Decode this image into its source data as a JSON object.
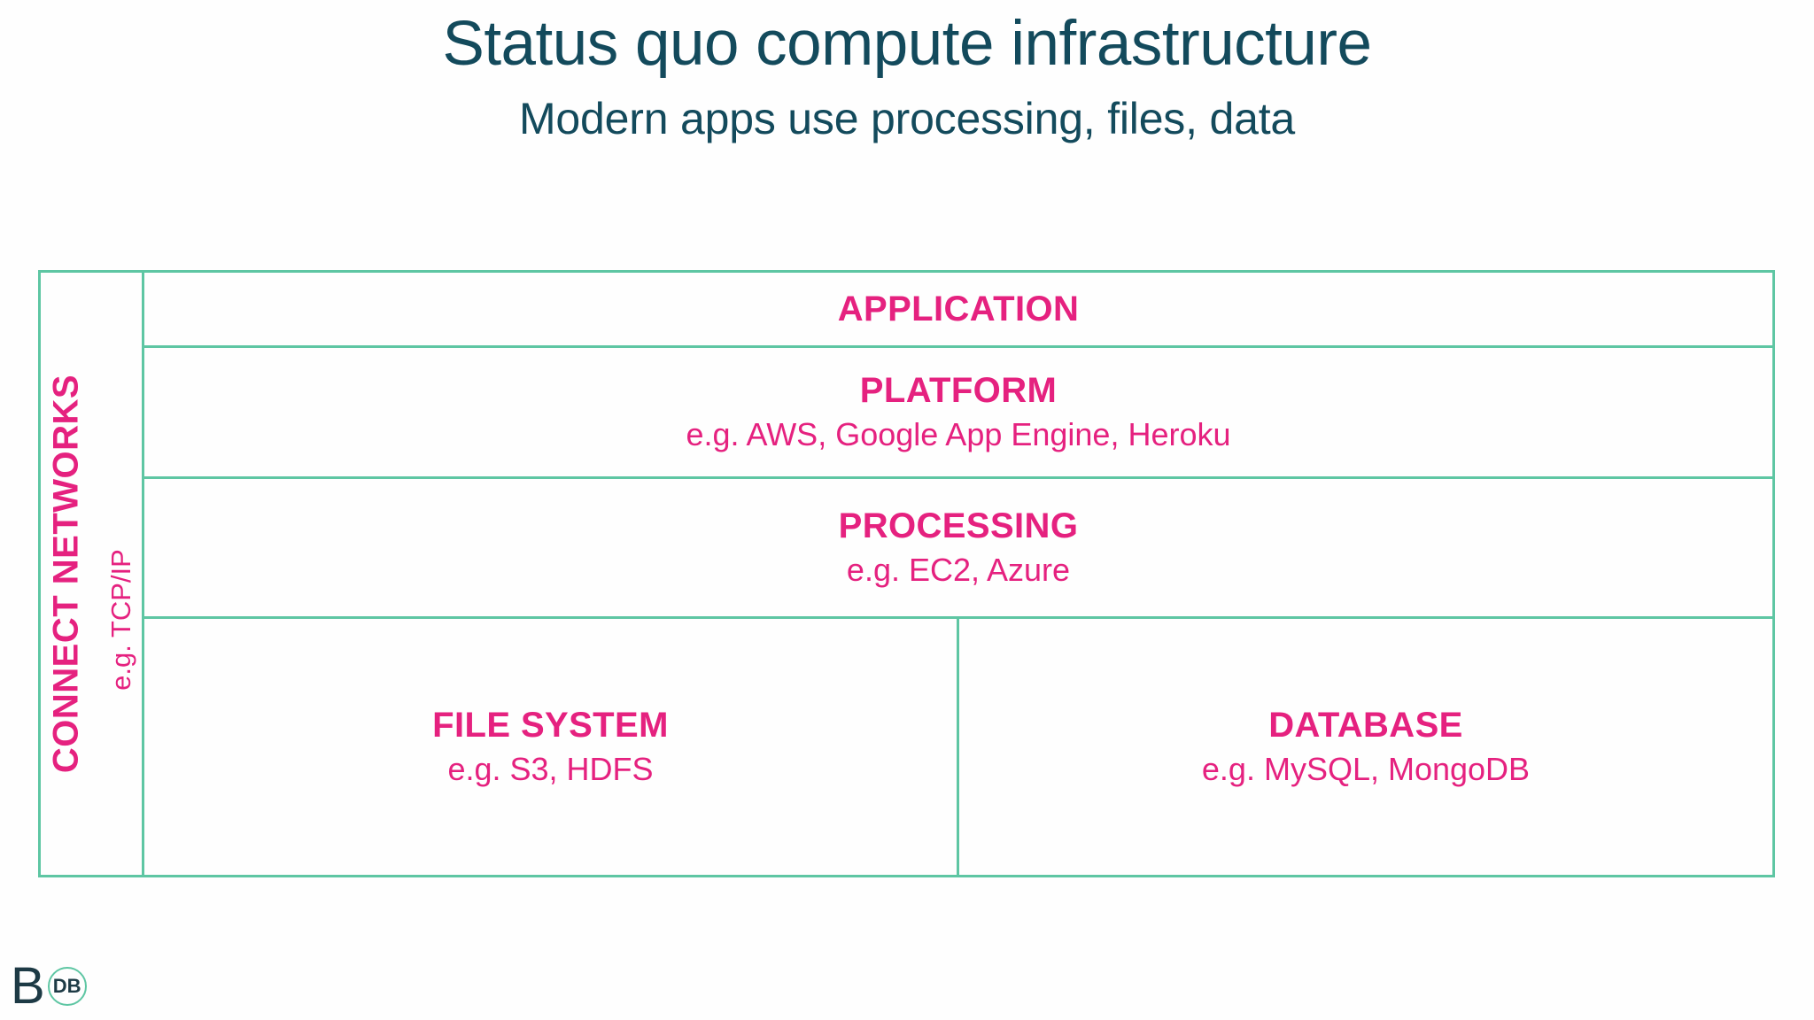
{
  "header": {
    "title": "Status quo compute infrastructure",
    "subtitle": "Modern apps use processing, files, data"
  },
  "colors": {
    "title_teal": "#134a5c",
    "accent_pink": "#e5217f",
    "border_green": "#5ec6a3",
    "logo_dark": "#1d3a45",
    "background": "#fefefe"
  },
  "diagram": {
    "left_rail": {
      "label": "CONNECT NETWORKS",
      "example": "e.g. TCP/IP"
    },
    "layers": [
      {
        "name": "application",
        "title": "APPLICATION",
        "example": ""
      },
      {
        "name": "platform",
        "title": "PLATFORM",
        "example": "e.g. AWS, Google App Engine, Heroku"
      },
      {
        "name": "processing",
        "title": "PROCESSING",
        "example": "e.g. EC2, Azure"
      }
    ],
    "storage_row": [
      {
        "name": "file-system",
        "title": "FILE SYSTEM",
        "example": "e.g. S3, HDFS"
      },
      {
        "name": "database",
        "title": "DATABASE",
        "example": "e.g. MySQL, MongoDB"
      }
    ]
  },
  "logo": {
    "mark": "B",
    "badge": "DB"
  }
}
